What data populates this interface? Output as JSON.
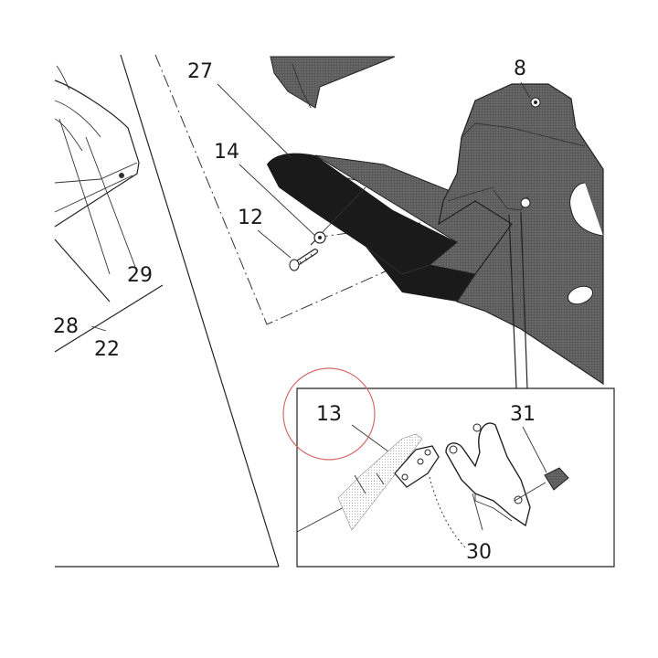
{
  "labels": {
    "l27": "27",
    "l8": "8",
    "l14": "14",
    "l12": "12",
    "l29": "29",
    "l28": "28",
    "l22": "22",
    "l13": "13",
    "l31": "31",
    "l30": "30"
  },
  "highlight_circle_color": "#d46a6a",
  "part_fill_dark": "#2a2a2a",
  "part_fill_shaded": "#4a4a4a"
}
